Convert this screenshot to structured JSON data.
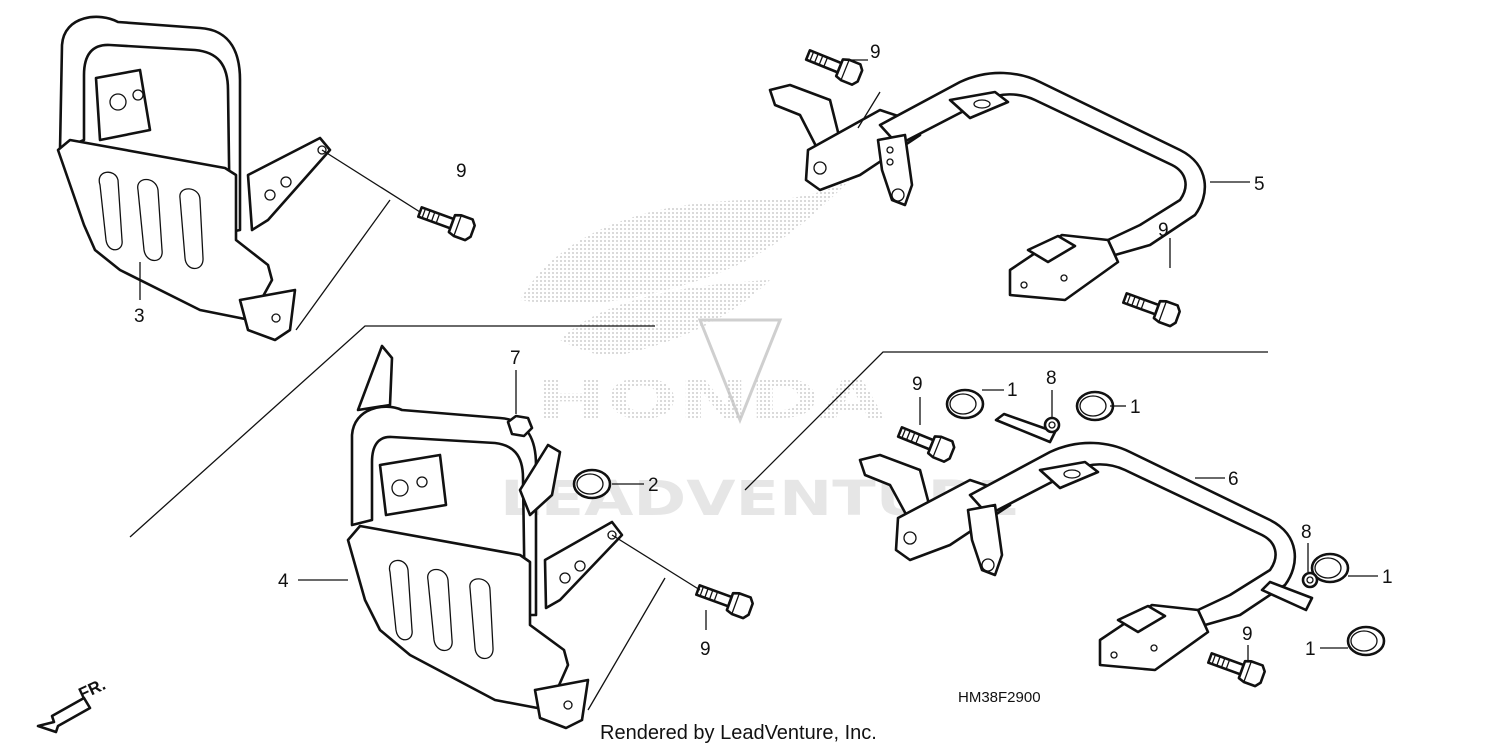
{
  "diagram": {
    "code": "HM38F2900",
    "credit": "Rendered by LeadVenture, Inc.",
    "watermark_brand": "HONDA",
    "watermark_dealer": "LEADVENTURE",
    "direction_label": "FR.",
    "callouts": {
      "c1a": "1",
      "c1b": "1",
      "c1c": "1",
      "c1d": "1",
      "c2": "2",
      "c3": "3",
      "c4": "4",
      "c5": "5",
      "c6": "6",
      "c7": "7",
      "c8a": "8",
      "c8b": "8",
      "c9a": "9",
      "c9b": "9",
      "c9c": "9",
      "c9d": "9",
      "c9e": "9",
      "c9f": "9"
    }
  },
  "parts": [
    {
      "ref": "1",
      "name": "reflector"
    },
    {
      "ref": "2",
      "name": "reflector"
    },
    {
      "ref": "3",
      "name": "front guard"
    },
    {
      "ref": "4",
      "name": "front guard"
    },
    {
      "ref": "5",
      "name": "rear guard"
    },
    {
      "ref": "6",
      "name": "rear guard"
    },
    {
      "ref": "7",
      "name": "nut"
    },
    {
      "ref": "8",
      "name": "nut"
    },
    {
      "ref": "9",
      "name": "bolt"
    }
  ],
  "colors": {
    "line": "#111111",
    "watermark": "#d6d6d6"
  }
}
